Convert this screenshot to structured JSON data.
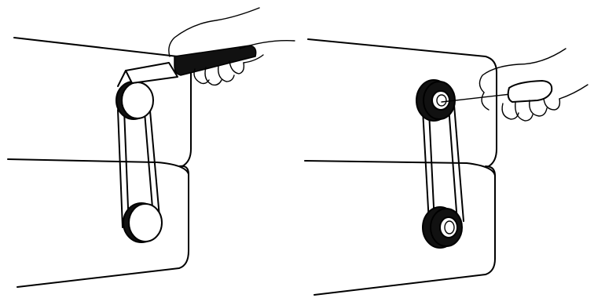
{
  "figure": {
    "panels": [
      {
        "id": "left",
        "tool": "scraper"
      },
      {
        "id": "right",
        "tool": "screwdriver"
      }
    ],
    "colors": {
      "line": "#000000",
      "fill": "#ffffff",
      "dark": "#111111"
    }
  }
}
